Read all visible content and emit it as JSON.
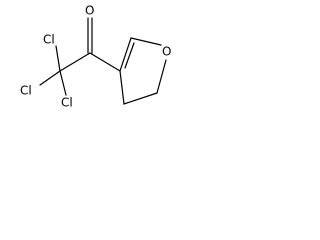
{
  "molecule": {
    "atoms": {
      "o_carbonyl": "O",
      "cl_top": "Cl",
      "cl_left": "Cl",
      "cl_bottom": "Cl",
      "o_ring": "O"
    }
  }
}
